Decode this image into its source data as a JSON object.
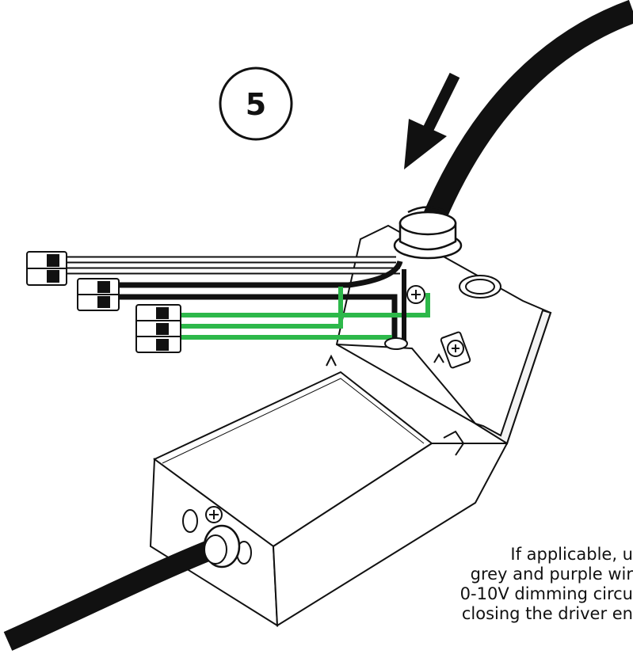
{
  "step": {
    "number": "5"
  },
  "caption": {
    "lines": [
      "If applicable, u",
      "grey and purple wir",
      "0-10V dimming circu",
      "closing the driver en"
    ]
  },
  "colors": {
    "line": "#111111",
    "ground_wire": "#2db84a",
    "hot_wire": "#111111",
    "neutral_wire": "#ffffff",
    "metal_fill": "#ffffff"
  },
  "icons": {
    "arrow": "down-left-arrow-icon",
    "screw": "phillips-screw-icon",
    "knockout": "knockout-icon"
  }
}
